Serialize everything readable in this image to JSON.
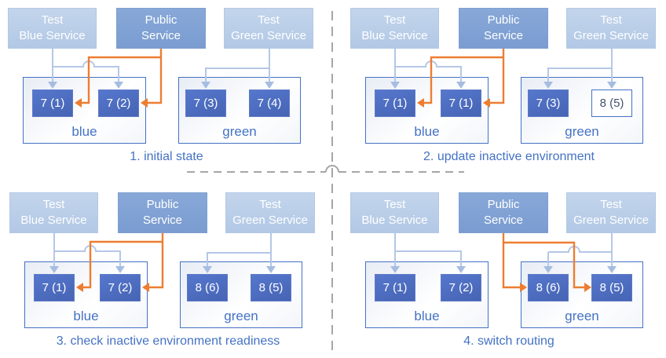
{
  "colors": {
    "accent_blue": "#4472C4",
    "pod_blue": "#4C6BBB",
    "light_service_blue": "#B7CCE7",
    "public_service_blue": "#7D9FD1",
    "routing_orange": "#ED7D31",
    "divider_gray": "#A6A6A6"
  },
  "panels": [
    {
      "caption": "1. initial state",
      "public_routes_to": "blue",
      "services": {
        "test_blue": {
          "line1": "Test",
          "line2": "Blue Service"
        },
        "public": {
          "line1": "Public",
          "line2": "Service"
        },
        "test_green": {
          "line1": "Test",
          "line2": "Green Service"
        }
      },
      "blue_env": {
        "label": "blue",
        "pods": [
          {
            "label": "7 (1)",
            "style": "filled"
          },
          {
            "label": "7 (2)",
            "style": "filled"
          }
        ]
      },
      "green_env": {
        "label": "green",
        "pods": [
          {
            "label": "7 (3)",
            "style": "filled"
          },
          {
            "label": "7 (4)",
            "style": "filled"
          }
        ]
      }
    },
    {
      "caption": "2. update inactive environment",
      "public_routes_to": "blue",
      "services": {
        "test_blue": {
          "line1": "Test",
          "line2": "Blue Service"
        },
        "public": {
          "line1": "Public",
          "line2": "Service"
        },
        "test_green": {
          "line1": "Test",
          "line2": "Green Service"
        }
      },
      "blue_env": {
        "label": "blue",
        "pods": [
          {
            "label": "7 (1)",
            "style": "filled"
          },
          {
            "label": "7 (1)",
            "style": "filled"
          }
        ]
      },
      "green_env": {
        "label": "green",
        "pods": [
          {
            "label": "7 (3)",
            "style": "filled"
          },
          {
            "label": "8 (5)",
            "style": "outline"
          }
        ]
      }
    },
    {
      "caption": "3. check inactive environment readiness",
      "public_routes_to": "blue",
      "services": {
        "test_blue": {
          "line1": "Test",
          "line2": "Blue Service"
        },
        "public": {
          "line1": "Public",
          "line2": "Service"
        },
        "test_green": {
          "line1": "Test",
          "line2": "Green Service"
        }
      },
      "blue_env": {
        "label": "blue",
        "pods": [
          {
            "label": "7 (1)",
            "style": "filled"
          },
          {
            "label": "7 (2)",
            "style": "filled"
          }
        ]
      },
      "green_env": {
        "label": "green",
        "pods": [
          {
            "label": "8 (6)",
            "style": "filled"
          },
          {
            "label": "8 (5)",
            "style": "filled"
          }
        ]
      }
    },
    {
      "caption": "4. switch routing",
      "public_routes_to": "green",
      "services": {
        "test_blue": {
          "line1": "Test",
          "line2": "Blue Service"
        },
        "public": {
          "line1": "Public",
          "line2": "Service"
        },
        "test_green": {
          "line1": "Test",
          "line2": "Green Service"
        }
      },
      "blue_env": {
        "label": "blue",
        "pods": [
          {
            "label": "7 (1)",
            "style": "filled"
          },
          {
            "label": "7 (2)",
            "style": "filled"
          }
        ]
      },
      "green_env": {
        "label": "green",
        "pods": [
          {
            "label": "8 (6)",
            "style": "filled"
          },
          {
            "label": "8 (5)",
            "style": "filled"
          }
        ]
      }
    }
  ]
}
